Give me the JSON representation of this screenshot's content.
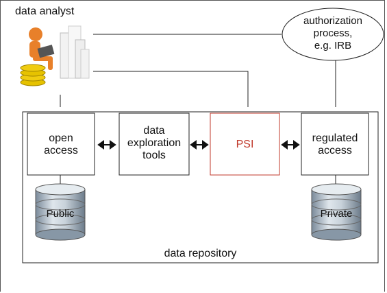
{
  "analyst": {
    "label": "data analyst"
  },
  "authorization": {
    "label": "authorization\nprocess,\ne.g. IRB"
  },
  "boxes": {
    "open_access": "open\naccess",
    "exploration_tools": "data\nexploration\ntools",
    "psi": "PSI",
    "regulated_access": "regulated\naccess"
  },
  "databases": {
    "public": "Public",
    "private": "Private"
  },
  "repository": {
    "label": "data repository"
  },
  "colors": {
    "psi": "#c0392b",
    "analyst": "#e8802a",
    "coins": "#e6c200"
  }
}
